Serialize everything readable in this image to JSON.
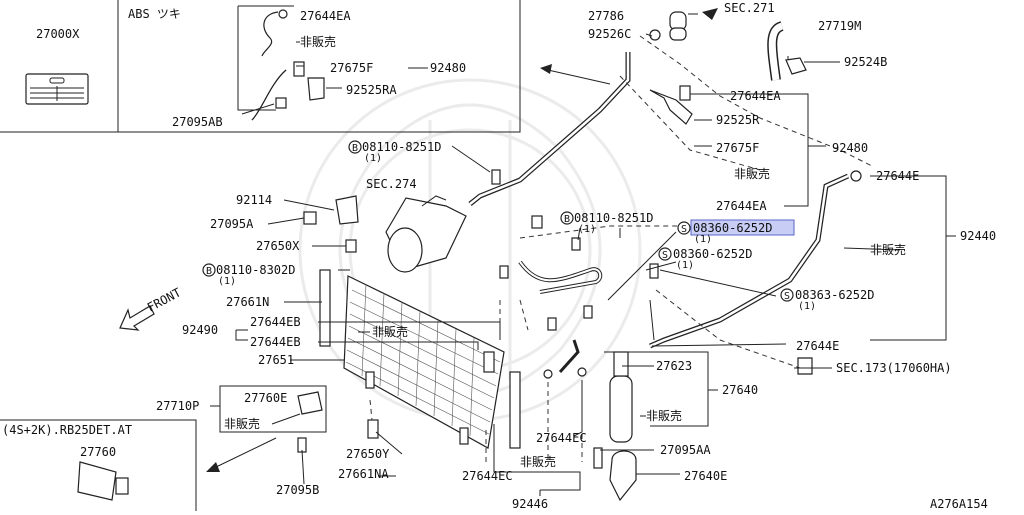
{
  "diagram": {
    "labels": {
      "p27000X": "27000X",
      "abs_note": "ABS ツキ",
      "p27644EA_top": "27644EA",
      "hanbai_1": "非販売",
      "p27675F_top": "27675F",
      "p92480_top": "92480",
      "p92525RA": "92525RA",
      "p27095AB": "27095AB",
      "p27786": "27786",
      "sec271": "SEC.271",
      "p92526C": "92526C",
      "p27719M": "27719M",
      "p92524B": "92524B",
      "p27644EA_r": "27644EA",
      "p92525R": "92525R",
      "p27675F_r": "27675F",
      "p92480_r": "92480",
      "hanbai_2": "非販売",
      "p27644EA_m": "27644EA",
      "b08110_8251D_a": "08110-8251D",
      "qty_a": "(1)",
      "sec274": "SEC.274",
      "p92114": "92114",
      "p27095A": "27095A",
      "p27650X": "27650X",
      "b08110_8251D_b": "08110-8251D",
      "qty_b": "(1)",
      "s08360_6252D_hl": "08360-6252D",
      "qty_c": "(1)",
      "s08360_6252D": "08360-6252D",
      "qty_d": "(1)",
      "p27644E_top": "27644E",
      "p92440": "92440",
      "hanbai_3": "非販売",
      "b08110_8302D": "08110-8302D",
      "qty_e": "(1)",
      "front": "FRONT",
      "p27661N": "27661N",
      "s08363_6252D": "08363-6252D",
      "qty_f": "(1)",
      "p92490": "92490",
      "p27644EB_a": "27644EB",
      "hanbai_4": "非販売",
      "p27644EB_b": "27644EB",
      "p27644E_b": "27644E",
      "p27651": "27651",
      "p27623": "27623",
      "sec173": "SEC.173(17060HA)",
      "p27640": "27640",
      "p27710P": "27710P",
      "p27760E": "27760E",
      "hanbai_5": "非販売",
      "hanbai_6": "非販売",
      "p27644EC_a": "27644EC",
      "p27095AA": "27095AA",
      "p27650Y": "27650Y",
      "variant": "(4S+2K).RB25DET.AT",
      "p27760": "27760",
      "hanbai_7": "非販売",
      "p27661NA": "27661NA",
      "p27644EC_b": "27644EC",
      "p27640E": "27640E",
      "p27095B": "27095B",
      "p92446": "92446",
      "drawing_no": "A276A154",
      "circle_b": "B",
      "circle_s": "S"
    }
  }
}
